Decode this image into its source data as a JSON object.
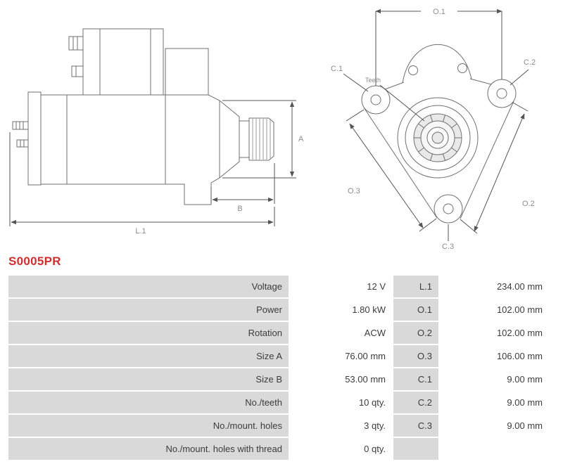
{
  "part_number": "S0005PR",
  "colors": {
    "part_number_text": "#cf2e2e",
    "table_label_bg": "#d9d9d9",
    "drawing_lines": "#6f6f6f",
    "dimension_lines": "#555555"
  },
  "drawing": {
    "side": {
      "a": "A",
      "b": "B",
      "l1": "L.1"
    },
    "front": {
      "o1": "O.1",
      "o2": "O.2",
      "o3": "O.3",
      "c1": "C.1",
      "c2": "C.2",
      "c3": "C.3",
      "teeth": "Teeth"
    }
  },
  "table": {
    "rows": [
      {
        "label1": "Voltage",
        "value1": "12 V",
        "label2": "L.1",
        "value2": "234.00 mm"
      },
      {
        "label1": "Power",
        "value1": "1.80 kW",
        "label2": "O.1",
        "value2": "102.00 mm"
      },
      {
        "label1": "Rotation",
        "value1": "ACW",
        "label2": "O.2",
        "value2": "102.00 mm"
      },
      {
        "label1": "Size A",
        "value1": "76.00 mm",
        "label2": "O.3",
        "value2": "106.00 mm"
      },
      {
        "label1": "Size B",
        "value1": "53.00 mm",
        "label2": "C.1",
        "value2": "9.00 mm"
      },
      {
        "label1": "No./teeth",
        "value1": "10 qty.",
        "label2": "C.2",
        "value2": "9.00 mm"
      },
      {
        "label1": "No./mount. holes",
        "value1": "3 qty.",
        "label2": "C.3",
        "value2": "9.00 mm"
      },
      {
        "label1": "No./mount. holes with thread",
        "value1": "0 qty.",
        "label2": "",
        "value2": ""
      }
    ]
  }
}
